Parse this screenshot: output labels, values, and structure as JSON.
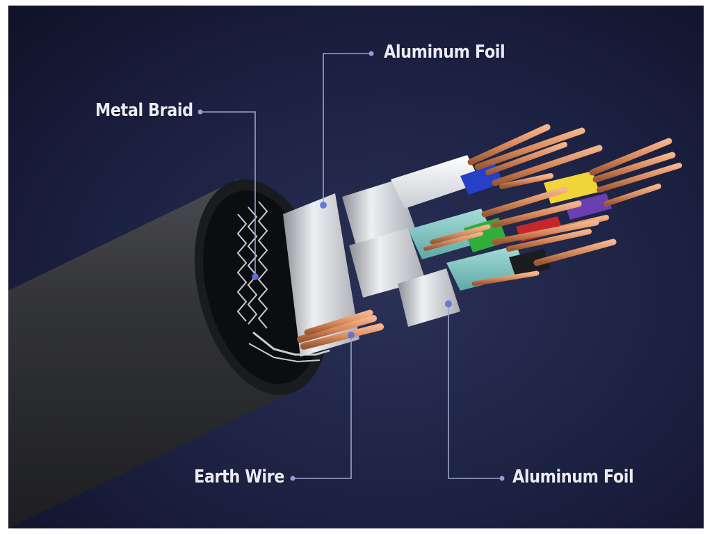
{
  "labels": {
    "aluminum_foil_top": "Aluminum Foil",
    "metal_braid": "Metal Braid",
    "earth_wire": "Earth Wire",
    "aluminum_foil_bottom": "Aluminum Foil"
  },
  "colors": {
    "background": "#161a33",
    "leader_line": "#9aa6c9",
    "label_text": "#e9ecf4",
    "jacket": "#2a2b2f",
    "copper": "#d98a5c"
  }
}
